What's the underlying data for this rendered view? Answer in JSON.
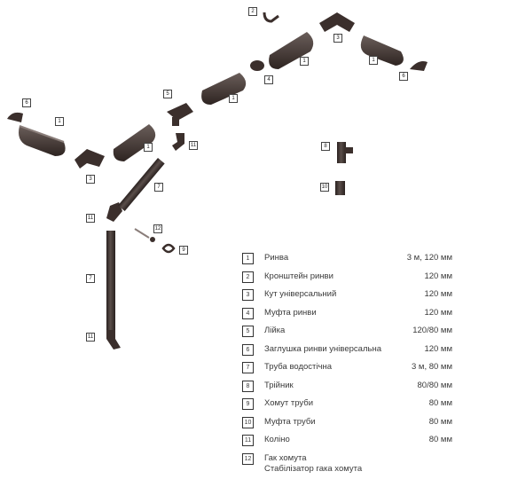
{
  "colors": {
    "part": "#3b2f2c",
    "part_highlight": "#6e625e",
    "text": "#3a3a3a"
  },
  "legend": [
    {
      "num": "1",
      "name": "Ринва",
      "size": "3 м, 120 мм"
    },
    {
      "num": "2",
      "name": "Кронштейн ринви",
      "size": "120 мм"
    },
    {
      "num": "3",
      "name": "Кут універсальний",
      "size": "120 мм"
    },
    {
      "num": "4",
      "name": "Муфта ринви",
      "size": "120 мм"
    },
    {
      "num": "5",
      "name": "Лійка",
      "size": "120/80 мм"
    },
    {
      "num": "6",
      "name": "Заглушка ринви універсальна",
      "size": "120 мм"
    },
    {
      "num": "7",
      "name": "Труба водостічна",
      "size": "3 м, 80 мм"
    },
    {
      "num": "8",
      "name": "Трійник",
      "size": "80/80 мм"
    },
    {
      "num": "9",
      "name": "Хомут труби",
      "size": "80 мм"
    },
    {
      "num": "10",
      "name": "Муфта труби",
      "size": "80 мм"
    },
    {
      "num": "11",
      "name": "Коліно",
      "size": "80 мм"
    },
    {
      "num": "12",
      "name": "Гак хомута",
      "name2": "Стабілізатор гака хомута"
    }
  ],
  "diagram_labels": [
    "2",
    "3",
    "1",
    "1",
    "4",
    "6",
    "5",
    "1",
    "6",
    "1",
    "11",
    "3",
    "1",
    "8",
    "7",
    "10",
    "11",
    "12",
    "9",
    "7",
    "11"
  ]
}
